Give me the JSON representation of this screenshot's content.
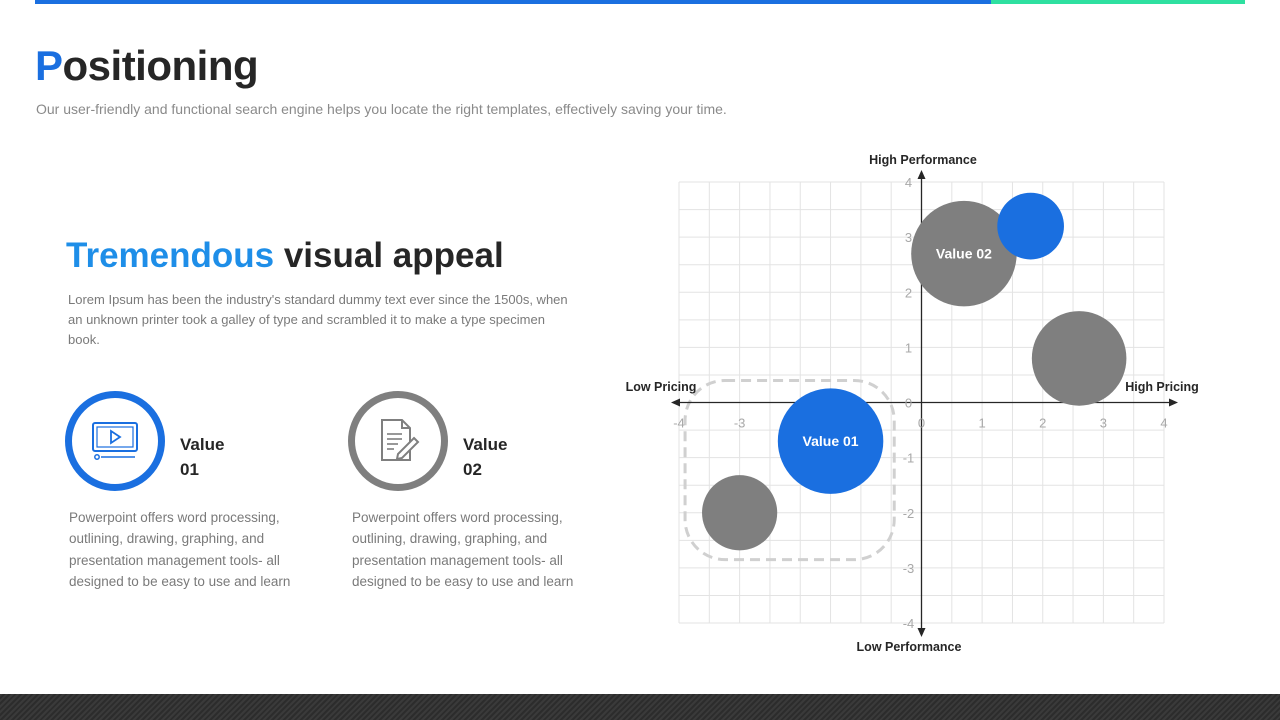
{
  "colors": {
    "blue": "#1a6fe0",
    "green": "#2ee0a0",
    "gray": "#7f7f7f",
    "heading_accent": "#1e8ee8"
  },
  "header": {
    "title_first": "P",
    "title_rest": "ositioning",
    "subtitle": "Our user-friendly and functional search engine helps you locate the right templates, effectively saving your time."
  },
  "left": {
    "heading_accent": "Tremendous",
    "heading_rest": "visual appeal",
    "description": "Lorem Ipsum has been the industry's standard dummy text ever since the 1500s, when an unknown printer took a galley of type and scrambled it to make a type specimen book.",
    "items": [
      {
        "icon": "monitor-play-icon",
        "label_line1": "Value",
        "label_line2": "01",
        "text": "Powerpoint offers word processing, outlining, drawing, graphing, and presentation management tools- all designed to be easy to use and learn"
      },
      {
        "icon": "document-pen-icon",
        "label_line1": "Value",
        "label_line2": "02",
        "text": "Powerpoint offers word processing, outlining, drawing, graphing, and presentation management tools- all designed to be easy to use and learn"
      }
    ]
  },
  "chart_data": {
    "type": "scatter",
    "xlim": [
      -4,
      4
    ],
    "ylim": [
      -4,
      4
    ],
    "x_ticks": [
      -4,
      -3,
      -2,
      -1,
      0,
      1,
      2,
      3,
      4
    ],
    "y_ticks": [
      -4,
      -3,
      -2,
      -1,
      0,
      1,
      2,
      3,
      4
    ],
    "x_ticks_labels": [
      "-4",
      "-3",
      "-2",
      "-1",
      "0",
      "1",
      "2",
      "3",
      "4"
    ],
    "y_ticks_labels": [
      "-4",
      "-3",
      "-2",
      "-1",
      "0",
      "1",
      "2",
      "3",
      "4"
    ],
    "grid": true,
    "axis_labels": {
      "top": "High Performance",
      "bottom": "Low Performance",
      "left": "Low Pricing",
      "right": "High Pricing"
    },
    "bubbles": [
      {
        "x": -1.5,
        "y": -0.7,
        "r": 0.87,
        "color": "#1a6fe0",
        "label": "Value 01"
      },
      {
        "x": 0.7,
        "y": 2.7,
        "r": 0.87,
        "color": "#7f7f7f",
        "label": "Value 02"
      },
      {
        "x": 1.8,
        "y": 3.2,
        "r": 0.55,
        "color": "#1a6fe0",
        "label": ""
      },
      {
        "x": 2.6,
        "y": 0.8,
        "r": 0.78,
        "color": "#7f7f7f",
        "label": ""
      },
      {
        "x": -3.0,
        "y": -2.0,
        "r": 0.62,
        "color": "#7f7f7f",
        "label": ""
      }
    ],
    "highlight_region": {
      "x": [
        -3.9,
        -0.45
      ],
      "y": [
        -2.85,
        0.4
      ]
    }
  }
}
